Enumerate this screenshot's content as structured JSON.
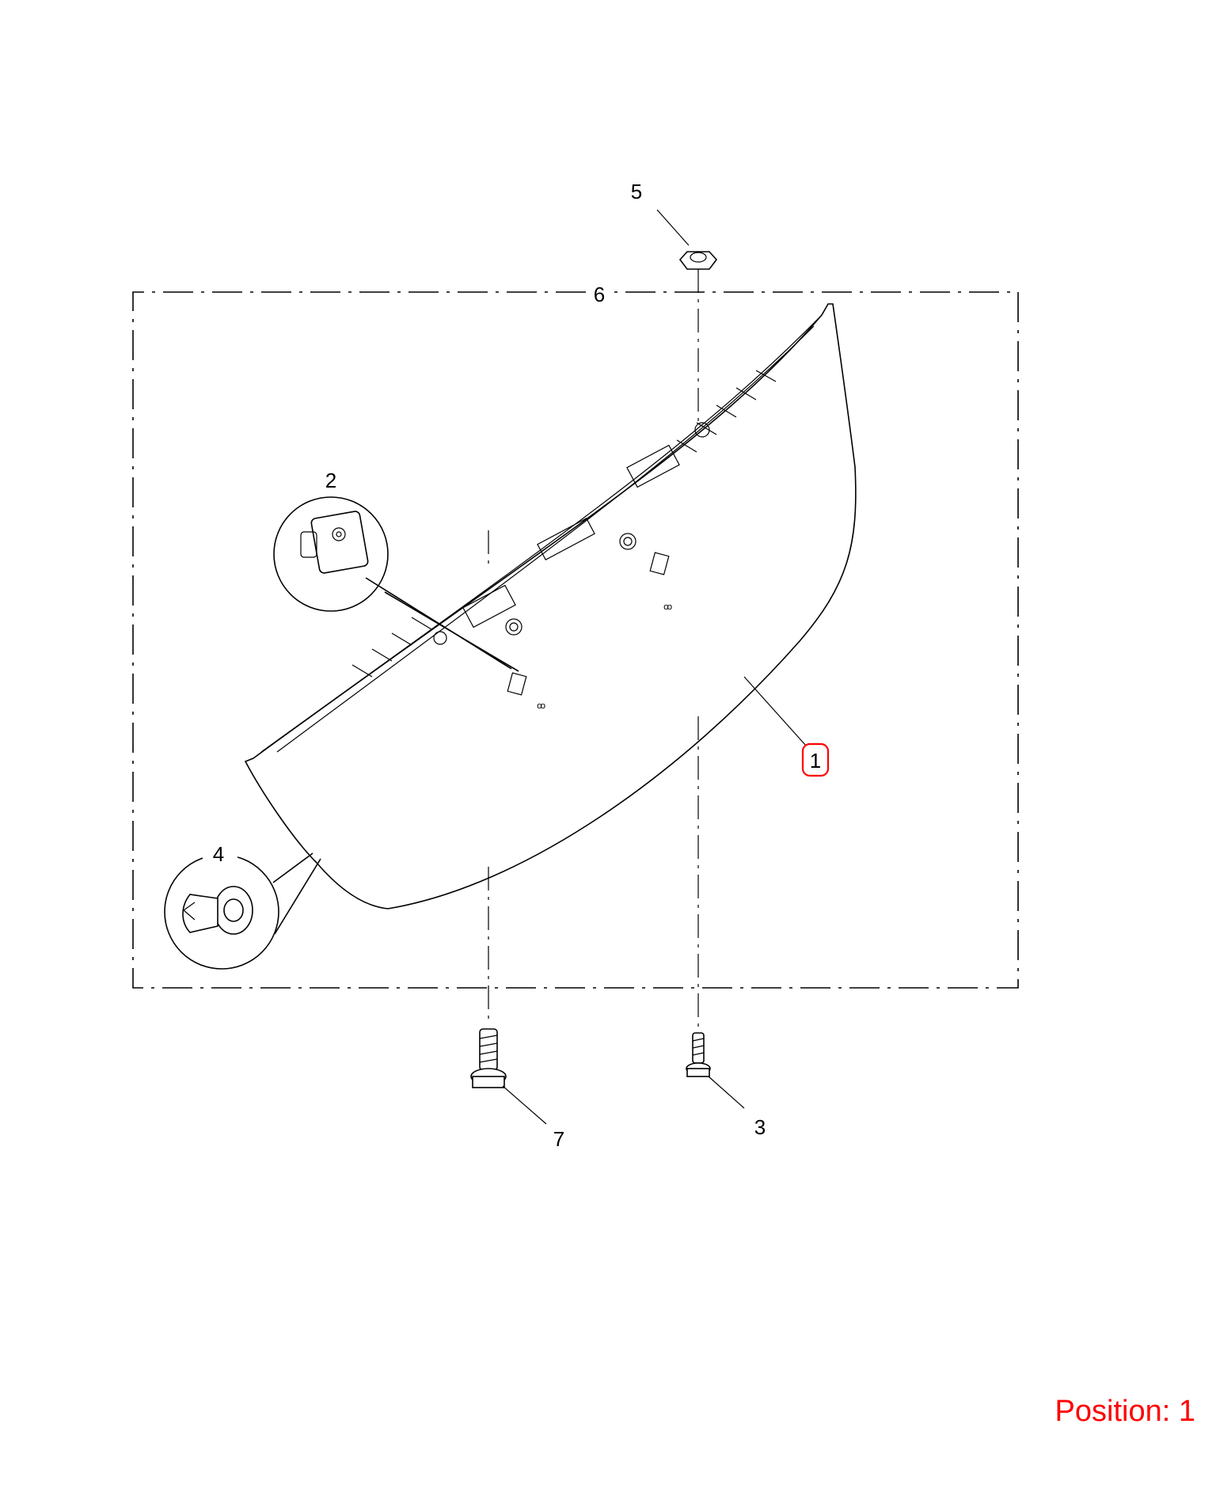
{
  "callouts": {
    "c1": "1",
    "c2": "2",
    "c3": "3",
    "c4": "4",
    "c5": "5",
    "c6": "6",
    "c7": "7"
  },
  "highlighted_callout": "1",
  "position_label": "Position: 1",
  "colors": {
    "highlight": "#ff0000",
    "line": "#000000",
    "background": "#ffffff"
  }
}
